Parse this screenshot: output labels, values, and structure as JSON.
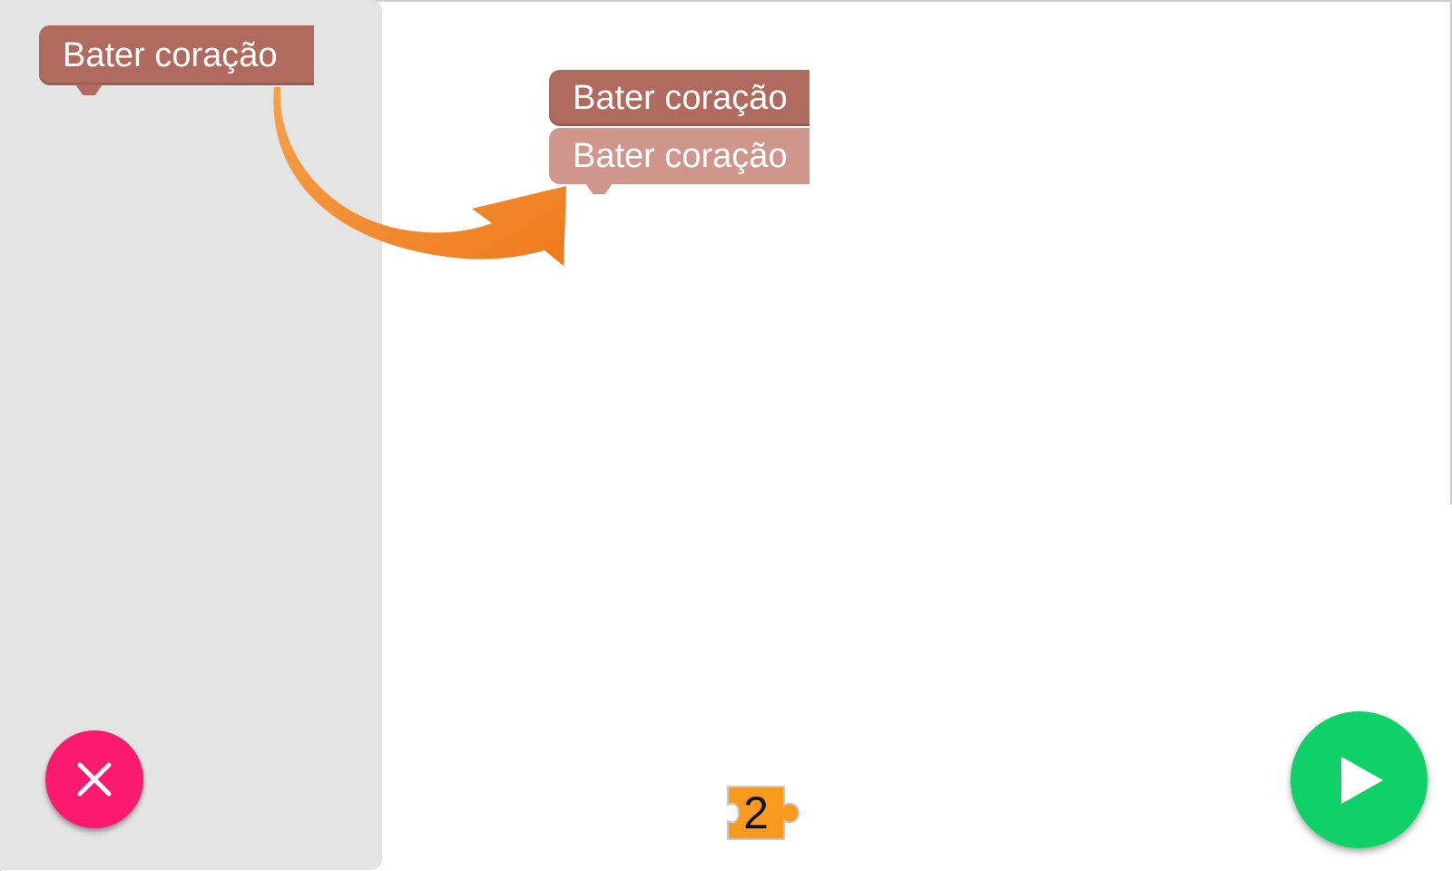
{
  "toolbox": {
    "blocks": [
      {
        "label": "Bater coração",
        "color": "#b06a5e"
      }
    ]
  },
  "workspace": {
    "blocks": [
      {
        "label": "Bater coração",
        "color": "#b06a5e",
        "state": "placed"
      },
      {
        "label": "Bater coração",
        "color": "#d0968c",
        "state": "drag-preview"
      }
    ],
    "hint_arrow_color": "#f28c2e"
  },
  "controls": {
    "close_icon": "close-icon",
    "close_color": "#fb1a6e",
    "play_icon": "play-icon",
    "play_color": "#0fd168"
  },
  "counter": {
    "icon": "puzzle-piece-icon",
    "value": "2",
    "color": "#f79a1e"
  }
}
